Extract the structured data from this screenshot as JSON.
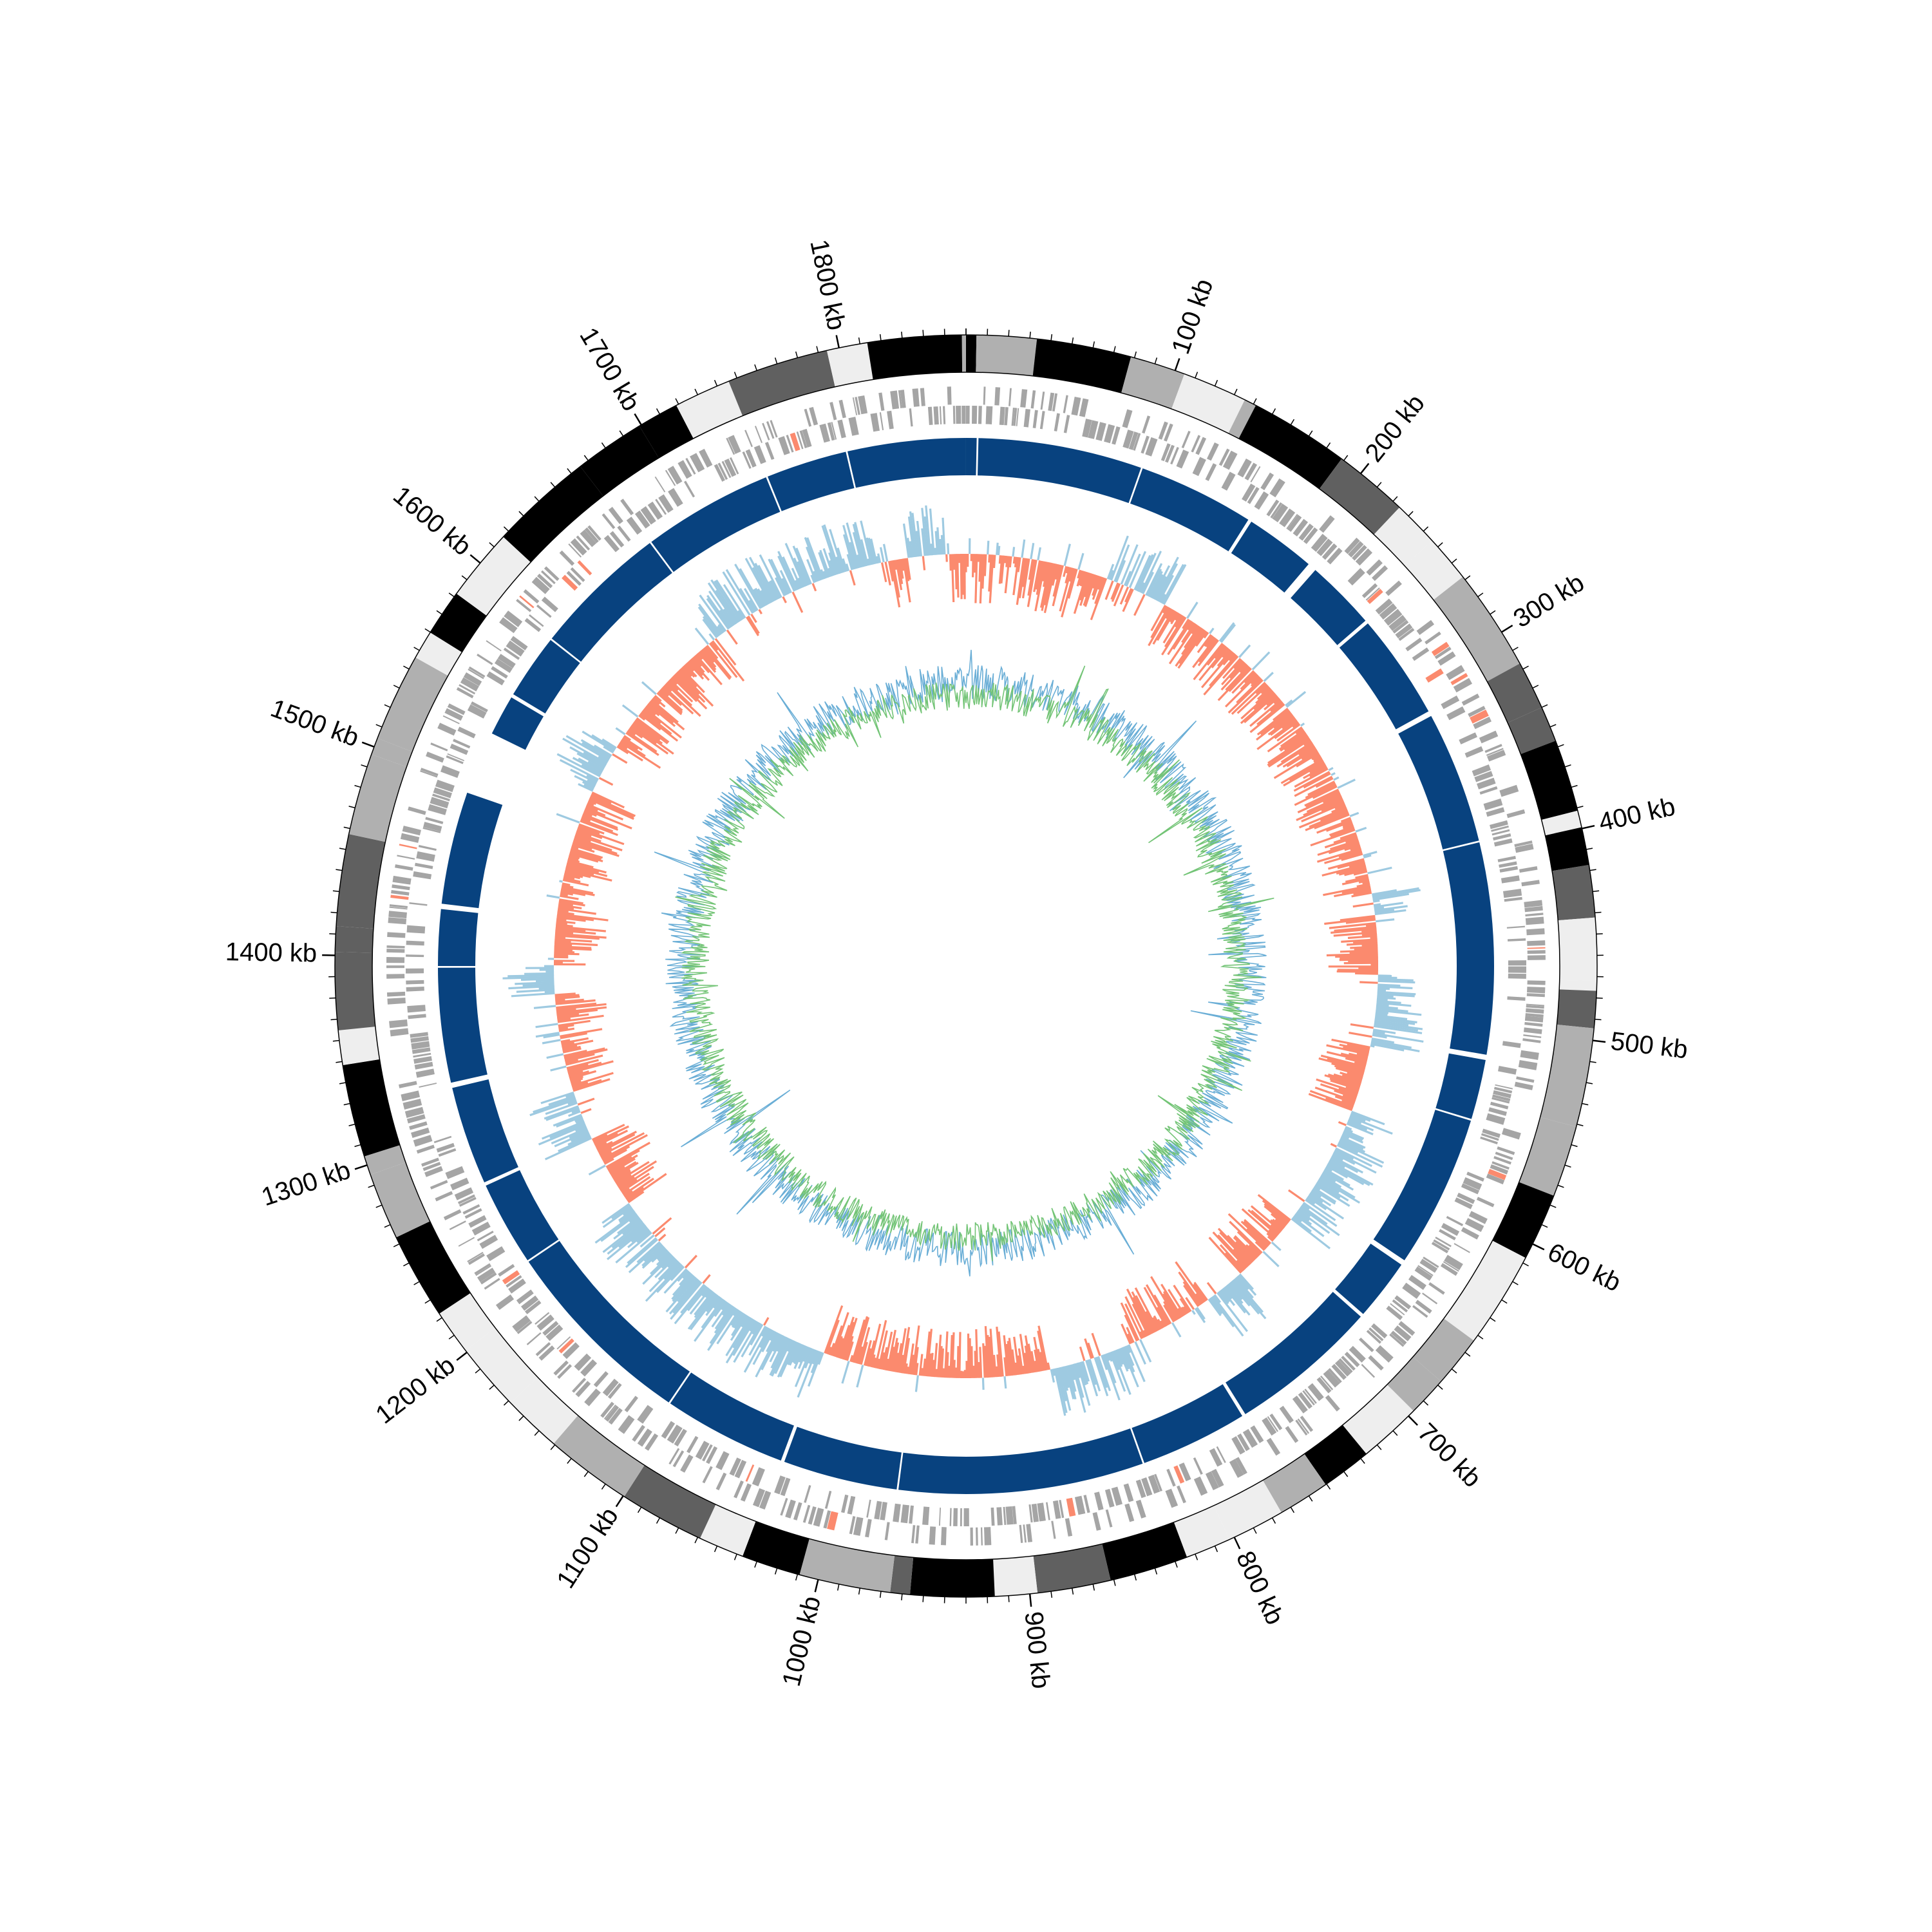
{
  "chart_data": {
    "type": "circos",
    "genome_length_kb": 1860,
    "tick_labels": [
      "100 kb",
      "200 kb",
      "300 kb",
      "400 kb",
      "500 kb",
      "600 kb",
      "700 kb",
      "800 kb",
      "900 kb",
      "1000 kb",
      "1100 kb",
      "1200 kb",
      "1300 kb",
      "1400 kb",
      "1500 kb",
      "1600 kb",
      "1700 kb",
      "1800 kb"
    ],
    "tick_positions_kb": [
      100,
      200,
      300,
      400,
      500,
      600,
      700,
      800,
      900,
      1000,
      1100,
      1200,
      1300,
      1400,
      1500,
      1600,
      1700,
      1800
    ],
    "minor_tick_interval_kb": 10,
    "tracks": [
      {
        "name": "outer ideogram bands",
        "shading": [
          "#000000",
          "#606060",
          "#b0b0b0",
          "#eeeeee"
        ]
      },
      {
        "name": "gene features",
        "color": "#a5a5a5",
        "highlight_color": "#fa8a6e"
      },
      {
        "name": "contig blocks",
        "color": "#08427f"
      },
      {
        "name": "skew track",
        "positive_color": "#9ecae1",
        "negative_color": "#fb8a6e"
      },
      {
        "name": "content track",
        "series": [
          {
            "color": "#6aaed6"
          },
          {
            "color": "#73c476"
          }
        ]
      }
    ],
    "colors": {
      "ideogram_black": "#000000",
      "ideogram_dark": "#606060",
      "ideogram_mid": "#b0b0b0",
      "ideogram_light": "#eeeeee",
      "features": "#a5a5a5",
      "contigs": "#08427f",
      "skew_pos": "#9ecae1",
      "skew_neg": "#fb8a6e",
      "content_a": "#6aaed6",
      "content_b": "#73c476"
    }
  }
}
